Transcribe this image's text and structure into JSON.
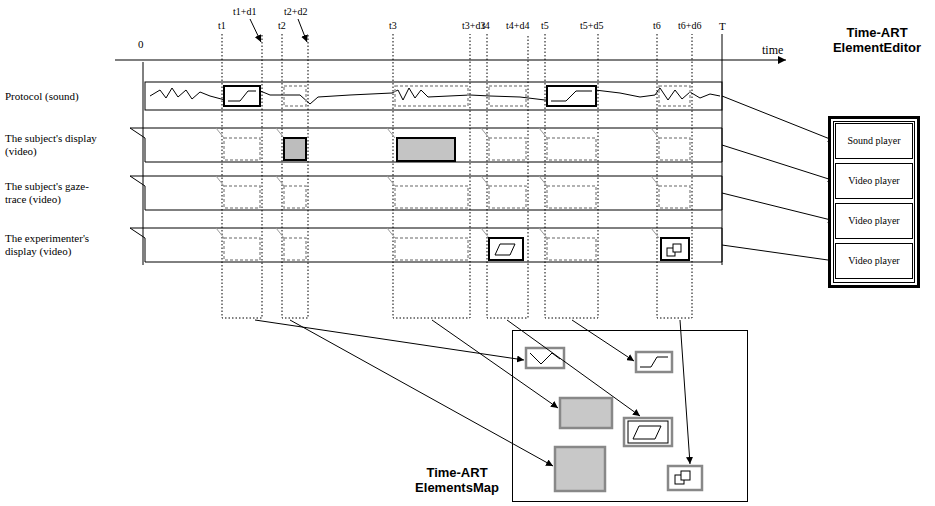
{
  "diagram": {
    "nodes": [
      {
        "text": [
          "Protocol (sound)"
        ]
      },
      {
        "text": [
          "The subject's display (video)"
        ]
      },
      {
        "text": [
          "The subject's gaze-trace (video)"
        ]
      },
      {
        "text": [
          "The experimenter's display (video)"
        ]
      },
      {
        "text": [
          "Time-ART ElementEditor"
        ]
      },
      {
        "text": [
          "Sound player"
        ],
        "in": 4
      },
      {
        "text": [
          "Video player"
        ],
        "in": 4
      },
      {
        "text": [
          "Video player"
        ],
        "in": 4
      },
      {
        "text": [
          "Video player"
        ],
        "in": 4
      },
      {
        "text": [
          "Time-ART ElementsMap"
        ]
      }
    ],
    "edges": [
      {
        "from": 0,
        "to": 5,
        "arrow": "to"
      },
      {
        "from": 1,
        "to": 6,
        "arrow": "to"
      },
      {
        "from": 2,
        "to": 7,
        "arrow": "to"
      },
      {
        "from": 3,
        "to": 8,
        "arrow": "to"
      }
    ],
    "labels": [
      "0",
      "t1",
      "t1+d1",
      "t2",
      "t2+d2",
      "t3",
      "t3+d3",
      "t4",
      "t4+d4",
      "t5",
      "t5+d5",
      "t6",
      "t6+d6",
      "T",
      "time"
    ]
  }
}
